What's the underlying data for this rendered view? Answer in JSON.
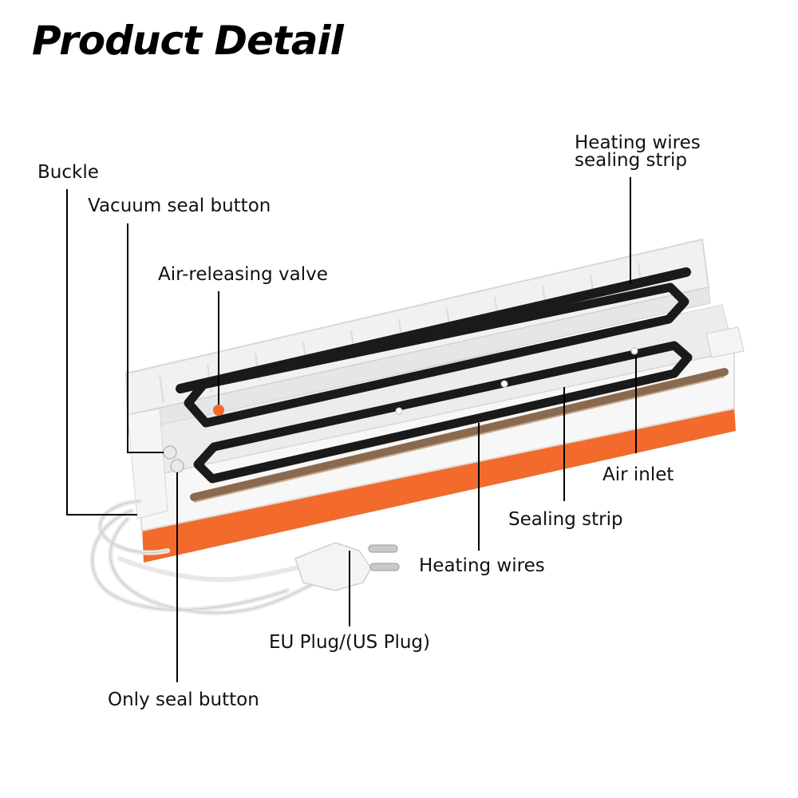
{
  "title": "Product Detail",
  "labels": {
    "buckle": "Buckle",
    "vacuum_seal_button": "Vacuum seal button",
    "air_releasing_valve": "Air-releasing valve",
    "heating_wires_sealing_strip_line1": "Heating wires",
    "heating_wires_sealing_strip_line2": "sealing strip",
    "air_inlet": "Air inlet",
    "sealing_strip": "Sealing strip",
    "heating_wires": "Heating wires",
    "eu_plug": "EU Plug/(US Plug)",
    "only_seal_button": "Only seal button"
  },
  "colors": {
    "accent_orange": "#f26b2c",
    "gasket_black": "#1a1a1a",
    "sealing_strip_brown": "#8a6a4e",
    "body_white": "#f3f3f3"
  }
}
